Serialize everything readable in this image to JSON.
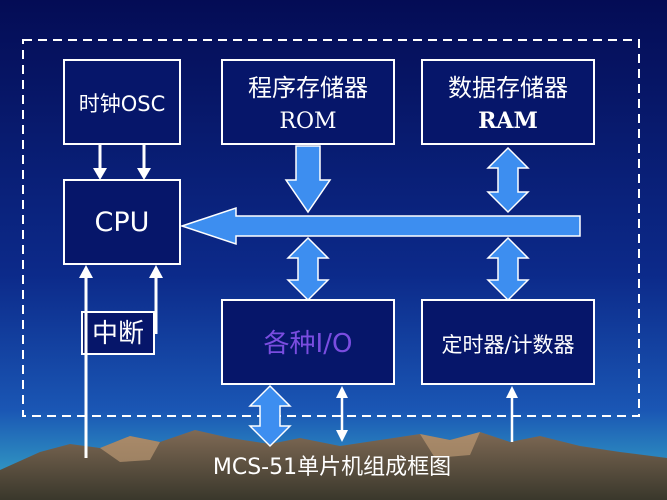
{
  "diagram": {
    "blocks": {
      "osc": "时钟OSC",
      "rom_line1": "程序存储器",
      "rom_line2": "ROM",
      "ram_line1": "数据存储器",
      "ram_line2": "RAM",
      "cpu": "CPU",
      "interrupt": "中断",
      "io": "各种I/O",
      "timer": "定时器/计数器"
    },
    "caption": "MCS-51单片机组成框图"
  },
  "colors": {
    "background_top": "#050f5a",
    "background_bottom": "#2a6fc0",
    "arrow_fill": "#3d8ef0",
    "box_border": "#ffffff",
    "io_text": "#7a4de0"
  }
}
